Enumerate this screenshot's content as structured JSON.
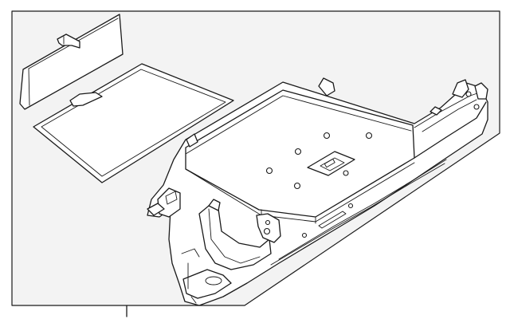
{
  "figure": {
    "background_color": "#f3f3f3",
    "line_color": "#1a1a1a",
    "part_fill": "#ffffff",
    "parts": [
      {
        "id": "partition-panel"
      },
      {
        "id": "liner-mat"
      },
      {
        "id": "glove-box-housing"
      }
    ]
  }
}
